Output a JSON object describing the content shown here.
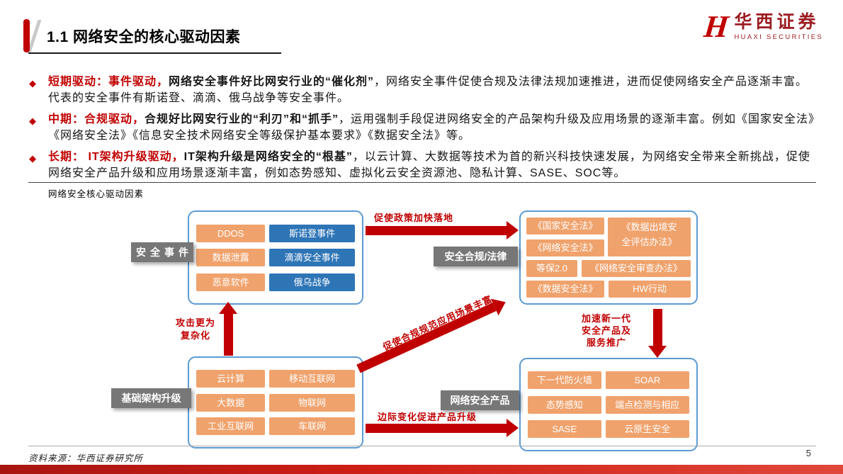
{
  "header": {
    "title": "1.1 网络安全的核心驱动因素"
  },
  "logo": {
    "mark": "H",
    "cn": "华西证券",
    "en": "HUAXI SECURITIES"
  },
  "bullet_glyph": "◆",
  "bullets": [
    {
      "lead": "短期驱动：事件驱动，",
      "emphasis": "网络安全事件好比网安行业的“催化剂”",
      "rest": "，网络安全事件促使合规及法律法规加速推进，进而促使网络安全产品逐渐丰富。代表的安全事件有斯诺登、滴滴、俄乌战争等安全事件。"
    },
    {
      "lead": "中期：合规驱动，",
      "emphasis": "合规好比网安行业的“利刃”和“抓手”",
      "rest": "，运用强制手段促进网络安全的产品架构升级及应用场景的逐渐丰富。例如《国家安全法》《网络安全法》《信息安全技术网络安全等级保护基本要求》《数据安全法》等。"
    },
    {
      "lead": "长期： IT架构升级驱动，",
      "emphasis": "IT架构升级是网络安全的“根基”",
      "rest": "，以云计算、大数据等技术为首的新兴科技快速发展，为网络安全带来全新挑战，促使网络安全产品升级和应用场景逐渐丰富，例如态势感知、虚拟化云安全资源池、隐私计算、SASE、SOC等。"
    }
  ],
  "diagram": {
    "caption": "网络安全核心驱动因素",
    "events": {
      "label": "安全事件",
      "items": [
        "DDOS",
        "斯诺登事件",
        "数据泄露",
        "滴滴安全事件",
        "恶意软件",
        "俄乌战争"
      ]
    },
    "compliance": {
      "label": "安全合规/法律",
      "items": [
        "《国家安全法》",
        "《数据出境安全评估办法》",
        "《网络安全法》",
        "等保2.0",
        "《网络安全审查办法》",
        "《数据安全法》",
        "HW行动"
      ]
    },
    "infrastructure": {
      "label": "基础架构升级",
      "items": [
        "云计算",
        "移动互联网",
        "大数据",
        "物联网",
        "工业互联网",
        "车联网"
      ]
    },
    "products": {
      "label": "网络安全产品",
      "items": [
        "下一代防火墙",
        "SOAR",
        "态势感知",
        "端点检测与相应",
        "SASE",
        "云原生安全"
      ]
    },
    "arrows": {
      "policy": "促使政策加快落地",
      "attack_line1": "攻击更为",
      "attack_line2": "复杂化",
      "diagonal": "促使合规规范应用场景丰富",
      "accelerate_line1": "加速新一代",
      "accelerate_line2": "安全产品及",
      "accelerate_line3": "服务推广",
      "margin": "边际变化促进产品升级"
    }
  },
  "footer": {
    "source": "资料来源：华西证券研究所",
    "page": "5"
  },
  "colors": {
    "accent_red": "#C00000",
    "orange_box": "#F0A26C",
    "blue_box": "#2E75B6",
    "container_border": "#5B9BD5",
    "label_gray": "#777777"
  }
}
